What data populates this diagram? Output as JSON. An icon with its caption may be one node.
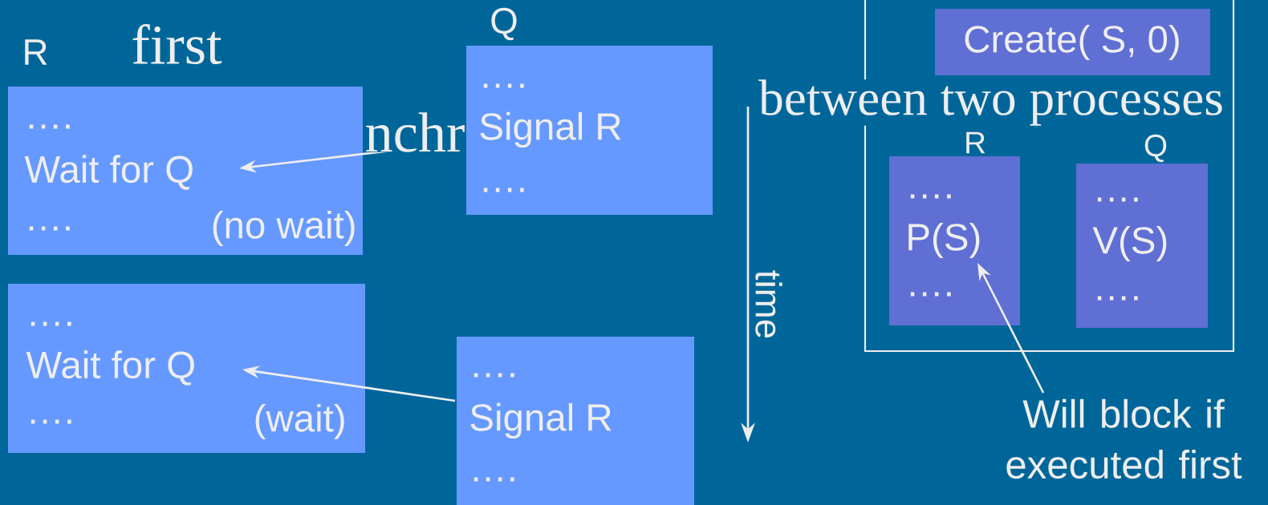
{
  "diagram": {
    "nodes": [
      {
        "text": [
          "….",
          "Wait for Q",
          "….",
          "(no wait)"
        ]
      },
      {
        "text": [
          "….",
          "Signal R",
          "…."
        ]
      },
      {
        "text": [
          "….",
          "Wait for Q",
          "….",
          "(wait)"
        ]
      },
      {
        "text": [
          "….",
          "Signal R",
          "…."
        ]
      },
      {
        "text": [],
        "shape": "box"
      },
      {
        "text": [
          "Create( S, 0)"
        ],
        "in": 4
      },
      {
        "text": [
          "….",
          "P(S)",
          "…."
        ],
        "in": 4
      },
      {
        "text": [
          "….",
          "V(S)",
          "…."
        ],
        "in": 4
      },
      {
        "text": [
          "Will block if executed first"
        ]
      }
    ],
    "edges": [
      {
        "from": 1,
        "to": 0,
        "arrow": "to"
      },
      {
        "from": 3,
        "to": 2,
        "arrow": "to"
      },
      {
        "from": 8,
        "to": 6,
        "arrow": "to"
      }
    ],
    "labels": [
      "R",
      "first",
      "Q",
      "nchr",
      "between two processes",
      "R",
      "Q",
      "time"
    ]
  }
}
